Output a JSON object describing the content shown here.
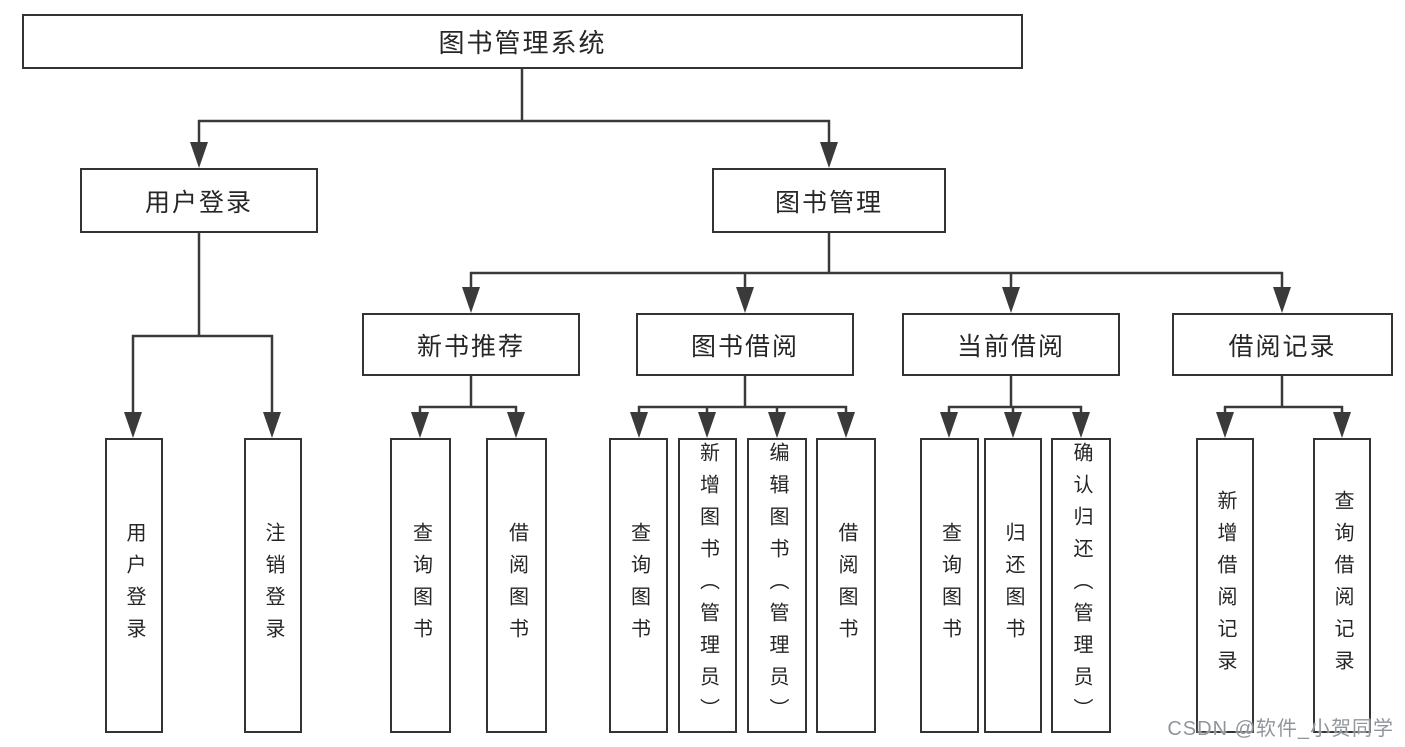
{
  "diagram_title": "图书管理系统",
  "watermark": {
    "text": "CSDN @软件_小贺同学"
  },
  "colors": {
    "line": "#3a3a3a",
    "box_border": "#333333",
    "text": "#262626",
    "background": "#ffffff",
    "watermark": "#90969c"
  },
  "tree": {
    "label": "图书管理系统",
    "children": [
      {
        "label": "用户登录",
        "children": [
          {
            "label": "用户登录"
          },
          {
            "label": "注销登录"
          }
        ]
      },
      {
        "label": "图书管理",
        "children": [
          {
            "label": "新书推荐",
            "children": [
              {
                "label": "查询图书"
              },
              {
                "label": "借阅图书"
              }
            ]
          },
          {
            "label": "图书借阅",
            "children": [
              {
                "label": "查询图书"
              },
              {
                "label": "新增图书（管理员）"
              },
              {
                "label": "编辑图书（管理员）"
              },
              {
                "label": "借阅图书"
              }
            ]
          },
          {
            "label": "当前借阅",
            "children": [
              {
                "label": "查询图书"
              },
              {
                "label": "归还图书"
              },
              {
                "label": "确认归还（管理员）"
              }
            ]
          },
          {
            "label": "借阅记录",
            "children": [
              {
                "label": "新增借阅记录"
              },
              {
                "label": "查询借阅记录"
              }
            ]
          }
        ]
      }
    ]
  }
}
